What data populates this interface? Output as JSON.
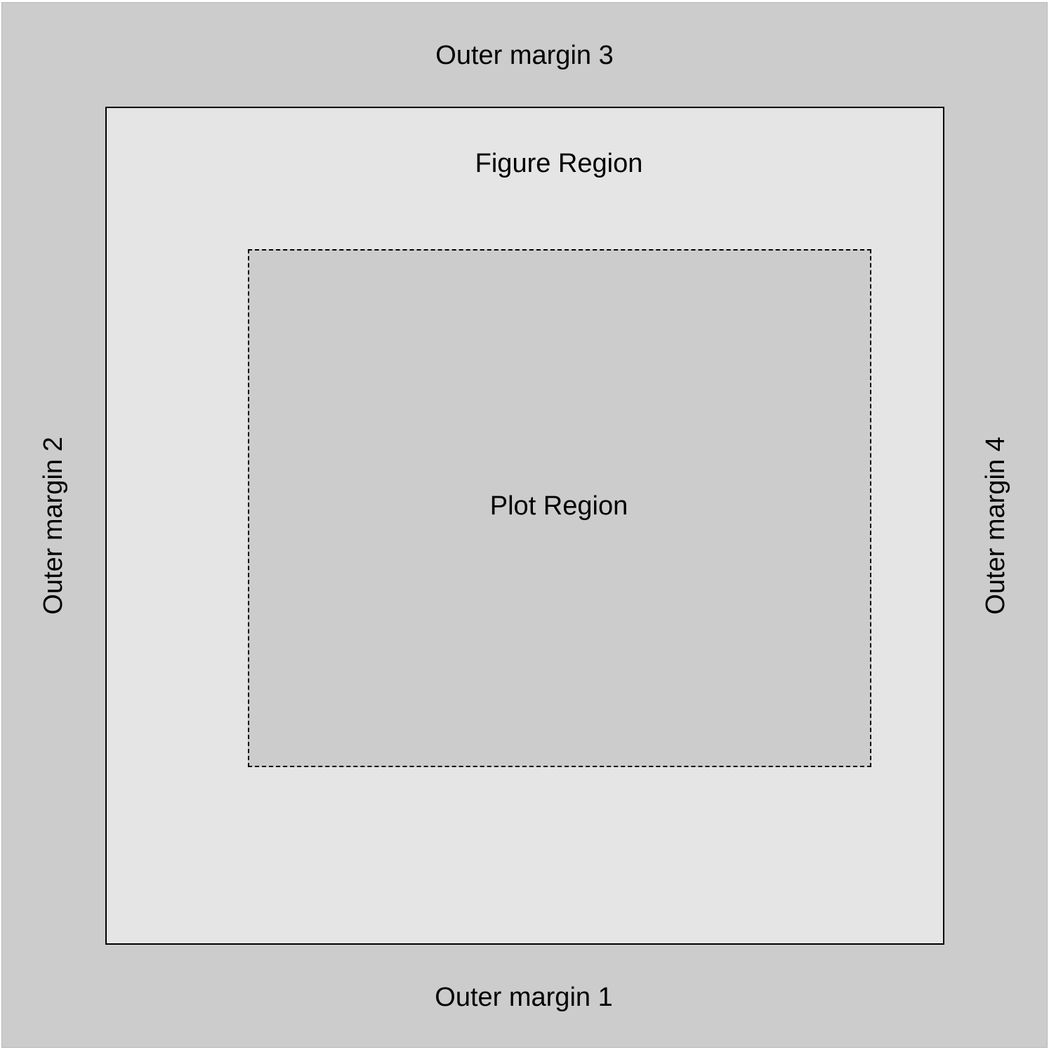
{
  "diagram": {
    "outer_margin_labels": {
      "top": "Outer margin 3",
      "bottom": "Outer margin 1",
      "left": "Outer margin 2",
      "right": "Outer margin 4"
    },
    "figure_region_label": "Figure Region",
    "plot_region_label": "Plot Region"
  },
  "colors": {
    "outer_margin_fill": "#cccccc",
    "figure_region_fill": "#e5e5e5",
    "plot_region_fill": "#cccccc",
    "border": "#000000"
  }
}
